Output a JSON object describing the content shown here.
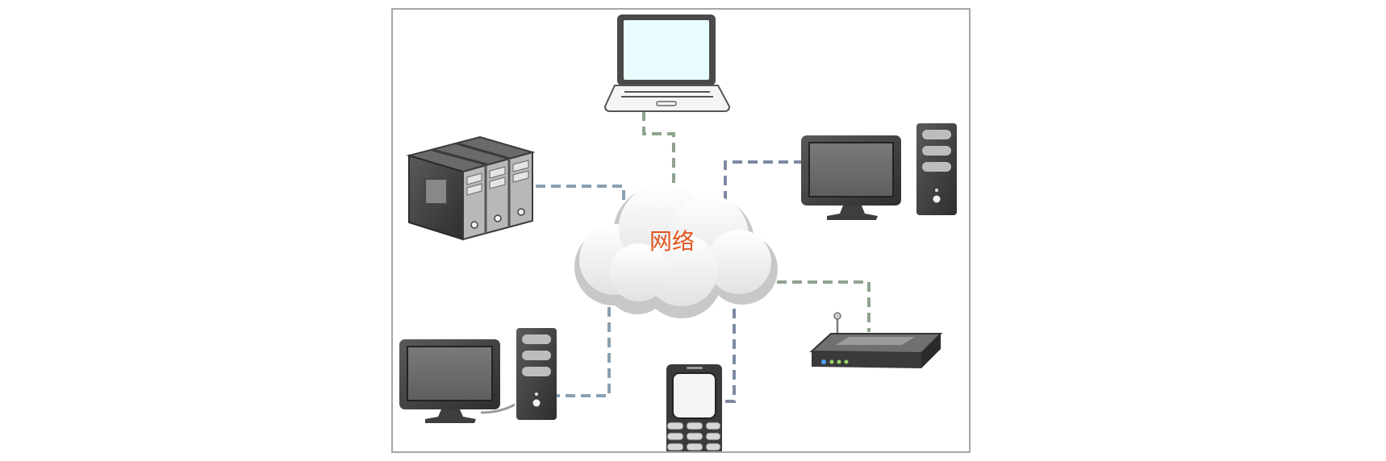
{
  "diagram": {
    "cloud_label": "网络",
    "colors": {
      "frame_border": "#9a9a9a",
      "cloud_fill": "#efefef",
      "cloud_shadow": "#c8c8c8",
      "cloud_label": "#e3541e",
      "device_dark": "#3e3e3e",
      "device_mid": "#6f6f6f",
      "device_light": "#a8a8a8",
      "screen_laptop": "#e8fbfd",
      "link_green": "#8ea38e",
      "link_slate": "#7e8aa3",
      "link_blue": "#8aa0b0"
    },
    "nodes": [
      {
        "id": "laptop",
        "icon": "laptop-icon"
      },
      {
        "id": "server-rack",
        "icon": "server-rack-icon"
      },
      {
        "id": "desktop-top-right",
        "icon": "desktop-computer-icon"
      },
      {
        "id": "router",
        "icon": "router-icon"
      },
      {
        "id": "mobile-phone",
        "icon": "mobile-phone-icon"
      },
      {
        "id": "desktop-bottom-left",
        "icon": "desktop-computer-icon"
      }
    ]
  }
}
